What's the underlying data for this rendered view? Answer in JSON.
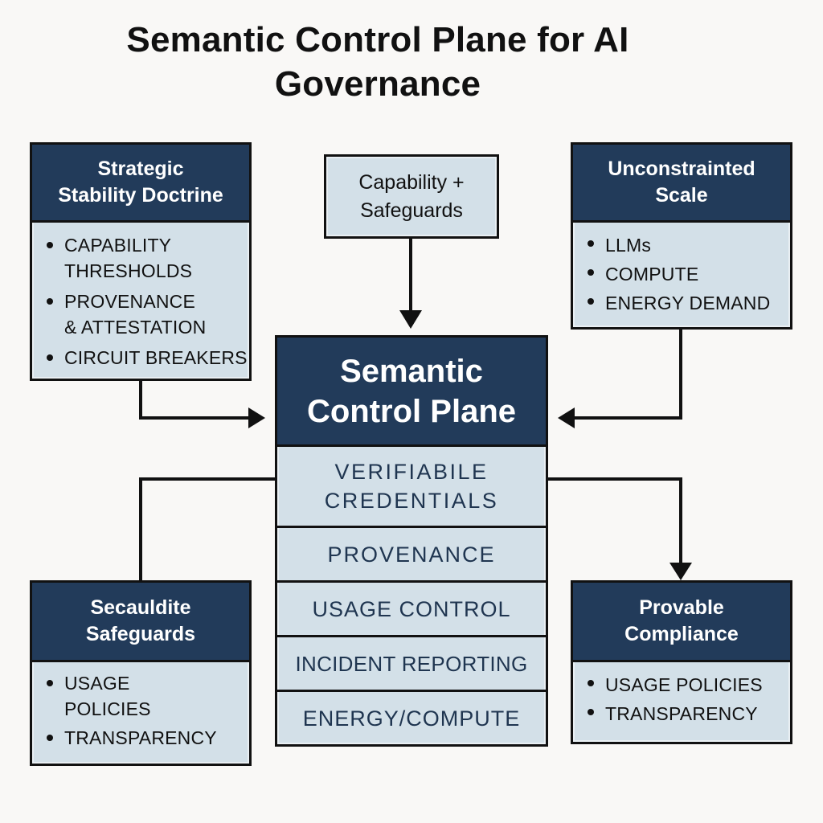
{
  "title": {
    "line1": "Semantic Control Plane for AI",
    "line2": "Governance"
  },
  "colors": {
    "header_navy": "#223b5a",
    "body_light_blue": "#d3e0e8",
    "border_black": "#111111",
    "background": "#f9f8f6",
    "row_text": "#1f3550"
  },
  "nodes": {
    "strategic_stability": {
      "title_line1": "Strategic",
      "title_line2": "Stability Doctrine",
      "items": [
        {
          "line1": "CAPABILITY",
          "line2": "THRESHOLDS"
        },
        {
          "line1": "PROVENANCE",
          "line2": "& ATTESTATION"
        },
        {
          "line1": "CIRCUIT BREAKERS",
          "line2": ""
        }
      ]
    },
    "capability_safeguards": {
      "line1": "Capability +",
      "line2": "Safeguards"
    },
    "unconstrained_scale": {
      "title_line1": "Unconstrainted",
      "title_line2": "Scale",
      "items": [
        "LLMs",
        "COMPUTE",
        "ENERGY DEMAND"
      ]
    },
    "semantic_control_plane": {
      "title_line1": "Semantic",
      "title_line2": "Control Plane",
      "rows": [
        {
          "line1": "VERIFIABILE",
          "line2": "CREDENTIALS"
        },
        {
          "line1": "PROVENANCE",
          "line2": ""
        },
        {
          "line1": "USAGE CONTROL",
          "line2": ""
        },
        {
          "line1": "INCIDENT REPORTING",
          "line2": ""
        },
        {
          "line1": "ENERGY/COMPUTE",
          "line2": ""
        }
      ]
    },
    "secauldite_safeguards": {
      "title_line1": "Secauldite",
      "title_line2": "Safeguards",
      "items": [
        {
          "line1": "USAGE",
          "line2": "POLICIES"
        },
        {
          "line1": "TRANSPARENCY",
          "line2": ""
        }
      ]
    },
    "provable_compliance": {
      "title_line1": "Provable",
      "title_line2": "Compliance",
      "items": [
        "USAGE POLICIES",
        "TRANSPARENCY"
      ]
    }
  },
  "edges": [
    {
      "from": "Strategic Stability Doctrine",
      "to": "Semantic Control Plane",
      "arrow": true
    },
    {
      "from": "Capability + Safeguards",
      "to": "Semantic Control Plane",
      "arrow": true
    },
    {
      "from": "Unconstrainted Scale",
      "to": "Semantic Control Plane",
      "arrow": true
    },
    {
      "from": "Semantic Control Plane",
      "to": "Secauldite Safeguards",
      "arrow": false
    },
    {
      "from": "Semantic Control Plane",
      "to": "Provable Compliance",
      "arrow": true
    }
  ]
}
